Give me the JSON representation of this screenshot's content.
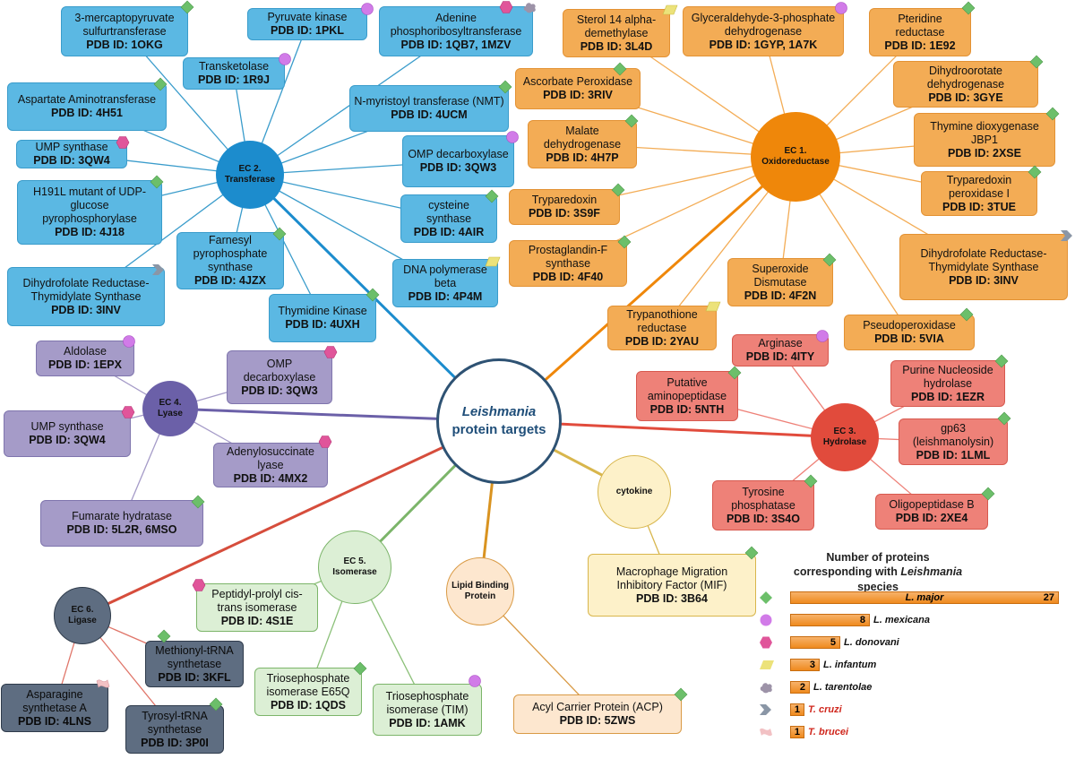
{
  "center": {
    "genus": "Leishmania",
    "rest": "protein targets"
  },
  "hubs": {
    "transferase": {
      "l1": "EC 2.",
      "l2": "Transferase"
    },
    "oxidoreductase": {
      "l1": "EC 1.",
      "l2": "Oxidoreductase"
    },
    "lyase": {
      "l1": "EC 4.",
      "l2": "Lyase"
    },
    "hydrolase": {
      "l1": "EC 3.",
      "l2": "Hydrolase"
    },
    "isomerase": {
      "l1": "EC 5.",
      "l2": "Isomerase"
    },
    "ligase": {
      "l1": "EC 6.",
      "l2": "Ligase"
    },
    "cytokine": {
      "l1": "cytokine"
    },
    "lipid": {
      "l1": "Lipid Binding",
      "l2": "Protein"
    }
  },
  "proteins": {
    "t1": {
      "name": "3-mercaptopyruvate sulfurtransferase",
      "pdb": "PDB ID: 1OKG"
    },
    "t2": {
      "name": "Pyruvate kinase",
      "pdb": "PDB ID: 1PKL"
    },
    "t3": {
      "name": "Adenine phosphoribosyltransferase",
      "pdb": "PDB ID: 1QB7, 1MZV"
    },
    "t4": {
      "name": "Transketolase",
      "pdb": "PDB ID: 1R9J"
    },
    "t5": {
      "name": "Aspartate Aminotransferase",
      "pdb": "PDB ID: 4H51"
    },
    "t6": {
      "name": "N-myristoyl transferase (NMT)",
      "pdb": "PDB ID: 4UCM"
    },
    "t7": {
      "name": "UMP synthase",
      "pdb": "PDB ID: 3QW4"
    },
    "t8": {
      "name": "OMP decarboxylase",
      "pdb": "PDB ID: 3QW3"
    },
    "t9": {
      "name": "H191L mutant of UDP-glucose pyrophosphorylase",
      "pdb": "PDB ID: 4J18"
    },
    "t10": {
      "name": "cysteine synthase",
      "pdb": "PDB ID: 4AIR"
    },
    "t11": {
      "name": "Farnesyl pyrophosphate synthase",
      "pdb": "PDB ID: 4JZX"
    },
    "t12": {
      "name": "DNA polymerase beta",
      "pdb": "PDB ID: 4P4M"
    },
    "t13": {
      "name": "Dihydrofolate Reductase-Thymidylate Synthase",
      "pdb": "PDB ID: 3INV"
    },
    "t14": {
      "name": "Thymidine Kinase",
      "pdb": "PDB ID: 4UXH"
    },
    "o1": {
      "name": "Sterol 14 alpha-demethylase",
      "pdb": "PDB ID: 3L4D"
    },
    "o2": {
      "name": "Glyceraldehyde-3-phosphate dehydrogenase",
      "pdb": "PDB ID: 1GYP, 1A7K"
    },
    "o3": {
      "name": "Pteridine reductase",
      "pdb": "PDB ID: 1E92"
    },
    "o4": {
      "name": "Ascorbate Peroxidase",
      "pdb": "PDB ID: 3RIV"
    },
    "o5": {
      "name": "Dihydroorotate dehydrogenase",
      "pdb": "PDB ID: 3GYE"
    },
    "o6": {
      "name": "Malate dehydrogenase",
      "pdb": "PDB ID: 4H7P"
    },
    "o7": {
      "name": "Thymine dioxygenase JBP1",
      "pdb": "PDB ID: 2XSE"
    },
    "o8": {
      "name": "Tryparedoxin",
      "pdb": "PDB ID: 3S9F"
    },
    "o9": {
      "name": "Tryparedoxin peroxidase I",
      "pdb": "PDB ID: 3TUE"
    },
    "o10": {
      "name": "Prostaglandin-F synthase",
      "pdb": "PDB ID: 4F40"
    },
    "o11": {
      "name": "Dihydrofolate Reductase-Thymidylate Synthase",
      "pdb": "PDB ID: 3INV"
    },
    "o12": {
      "name": "Superoxide Dismutase",
      "pdb": "PDB ID: 4F2N"
    },
    "o13": {
      "name": "Trypanothione reductase",
      "pdb": "PDB ID: 2YAU"
    },
    "o14": {
      "name": "Pseudoperoxidase",
      "pdb": "PDB ID: 5VIA"
    },
    "l1": {
      "name": "Aldolase",
      "pdb": "PDB ID: 1EPX"
    },
    "l2": {
      "name": "OMP decarboxylase",
      "pdb": "PDB ID: 3QW3"
    },
    "l3": {
      "name": "UMP synthase",
      "pdb": "PDB ID: 3QW4"
    },
    "l4": {
      "name": "Adenylosuccinate lyase",
      "pdb": "PDB ID: 4MX2"
    },
    "l5": {
      "name": "Fumarate hydratase",
      "pdb": "PDB ID: 5L2R, 6MSO"
    },
    "h1": {
      "name": "Arginase",
      "pdb": "PDB ID: 4ITY"
    },
    "h2": {
      "name": "Purine Nucleoside hydrolase",
      "pdb": "PDB ID: 1EZR"
    },
    "h3": {
      "name": "Putative aminopeptidase",
      "pdb": "PDB ID: 5NTH"
    },
    "h4": {
      "name": "gp63 (leishmanolysin)",
      "pdb": "PDB ID: 1LML"
    },
    "h5": {
      "name": "Tyrosine phosphatase",
      "pdb": "PDB ID: 3S4O"
    },
    "h6": {
      "name": "Oligopeptidase B",
      "pdb": "PDB ID: 2XE4"
    },
    "i1": {
      "name": "Peptidyl-prolyl cis-trans isomerase",
      "pdb": "PDB ID: 4S1E"
    },
    "i2": {
      "name": "Triosephosphate isomerase E65Q",
      "pdb": "PDB ID: 1QDS"
    },
    "i3": {
      "name": "Triosephosphate isomerase (TIM)",
      "pdb": "PDB ID: 1AMK"
    },
    "g1": {
      "name": "Methionyl-tRNA synthetase",
      "pdb": "PDB ID: 3KFL"
    },
    "g2": {
      "name": "Asparagine synthetase A",
      "pdb": "PDB ID: 4LNS"
    },
    "g3": {
      "name": "Tyrosyl-tRNA synthetase",
      "pdb": "PDB ID: 3P0I"
    },
    "c1": {
      "name": "Macrophage Migration Inhibitory Factor (MIF)",
      "pdb": "PDB ID: 3B64"
    },
    "p1": {
      "name": "Acyl Carrier Protein (ACP)",
      "pdb": "PDB ID: 5ZWS"
    }
  },
  "legend": {
    "title_pre": "Number of proteins corresponding with",
    "title_species": "Leishmania",
    "title_post": "species",
    "rows": [
      {
        "species": "L. major",
        "count": 27,
        "marker": "diamond",
        "color": "#6cbf6a"
      },
      {
        "species": "L. mexicana",
        "count": 8,
        "marker": "circle",
        "color": "#d17be8"
      },
      {
        "species": "L. donovani",
        "count": 5,
        "marker": "hexagon",
        "color": "#e0559a"
      },
      {
        "species": "L. infantum",
        "count": 3,
        "marker": "parallelogram",
        "color": "#ece27a"
      },
      {
        "species": "L. tarentolae",
        "count": 2,
        "marker": "cloud",
        "color": "#9d93a8"
      },
      {
        "species": "T. cruzi",
        "count": 1,
        "marker": "chevron",
        "color": "#8a96a6"
      },
      {
        "species": "T. brucei",
        "count": 1,
        "marker": "wave",
        "color": "#f2c1c4"
      }
    ]
  },
  "colors": {
    "transferase": "#1c8ccd",
    "oxidoreductase": "#ef870a",
    "lyase": "#6b60a8",
    "hydrolase": "#e14b3c",
    "isomerase": "#7cb56a",
    "ligase": "#d64d3c",
    "cytokine": "#d8b64c",
    "lipid": "#d99320",
    "center": "#2e5273"
  }
}
